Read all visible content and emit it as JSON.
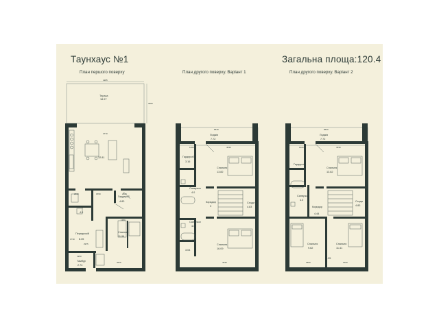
{
  "header": {
    "title": "Таунхаус №1",
    "area": "Загальна площа:120.4"
  },
  "captions": {
    "plan1": "План першого поверху",
    "plan2": "План другого поверху. Варіант 1",
    "plan3": "План другого поверху. Варіант 2"
  },
  "plan1": {
    "terrace": "Тераса",
    "terrace_area": "18.97",
    "kitchen_area": "32.81",
    "toilet": "Санвузол",
    "toilet_area": "4.0",
    "wardrobe": "Гардероб",
    "wardrobe_area": "4.83",
    "hall": "Передпокій",
    "hall_area": "8.35",
    "bedroom": "Спальня",
    "bedroom_area": "11.96",
    "entry": "Тамбур",
    "entry_area": "2.74",
    "dims": [
      "4285",
      "3000",
      "3770",
      "1550",
      "2800",
      "2360",
      "1380",
      "1730",
      "2975",
      "3575",
      "1950"
    ]
  },
  "plan2": {
    "loggia": "Лоджія",
    "loggia_area": "7.72",
    "wardrobe": "Гардероб",
    "wardrobe_area": "3.16",
    "bedroom1": "Спальня",
    "bedroom1_area": "13.82",
    "bath1": "Санвузол",
    "bath1_area": "4.0",
    "corridor": "Коридор",
    "corridor_area": "3",
    "stairs": "Сходи",
    "stairs_area": "4.83",
    "bath2": "Санвузол",
    "bath2_area": "4.0",
    "wardrobe2_area": "3.04",
    "bedroom2": "Спальня",
    "bedroom2_area": "16.09",
    "dims": [
      "8640",
      "1400",
      "4030",
      "4030"
    ]
  },
  "plan3": {
    "loggia": "Лоджія",
    "loggia_area": "7.72",
    "wardrobe": "Гардероб",
    "wardrobe_area": "4.34",
    "bedroom1": "Спальня",
    "bedroom1_area": "13.82",
    "bath": "Санвузол",
    "bath_area": "4.0",
    "corridor": "Коридор",
    "corridor_area": "4.44",
    "stairs": "Сходи",
    "stairs_area": "4.83",
    "bedroom2": "Спальня",
    "bedroom2_area": "9.62",
    "bedroom3": "Спальня",
    "bedroom3_area": "11.41",
    "wardrobe2_area": "3.05",
    "dims": [
      "8640",
      "1400",
      "4030",
      "3600",
      "3020"
    ]
  }
}
